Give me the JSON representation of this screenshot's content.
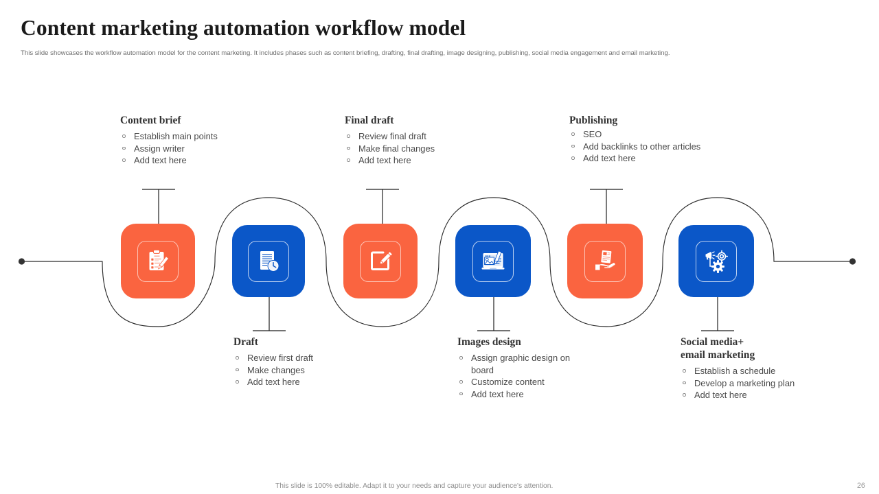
{
  "slide": {
    "title": "Content marketing automation workflow model",
    "subtitle": "This slide showcases the workflow automation model for the content marketing. It includes phases such as content briefing, drafting, final drafting, image designing, publishing, social media engagement and email marketing.",
    "footer_note": "This slide is 100% editable. Adapt it to your needs and capture your audience's attention.",
    "page_number": "26"
  },
  "colors": {
    "orange": "#FA6440",
    "blue": "#0B57C8",
    "line": "#2b2b2b",
    "title": "#1a1a1a",
    "body": "#4a4a4a",
    "muted": "#8d8d8d"
  },
  "steps": [
    {
      "id": "content-brief",
      "heading": "Content brief",
      "icon": "clipboard-checklist-pencil-icon",
      "color": "orange",
      "position": "above",
      "items": [
        "Establish main points",
        "Assign writer",
        "Add text here"
      ]
    },
    {
      "id": "draft",
      "heading": "Draft",
      "icon": "document-clock-icon",
      "color": "blue",
      "position": "below",
      "items": [
        "Review first draft",
        "Make  changes",
        "Add text here"
      ]
    },
    {
      "id": "final-draft",
      "heading": "Final draft",
      "icon": "square-pencil-edit-icon",
      "color": "orange",
      "position": "above",
      "items": [
        "Review final draft",
        "Make  final changes",
        "Add text here"
      ]
    },
    {
      "id": "images-design",
      "heading": "Images design",
      "icon": "monitor-image-pen-icon",
      "color": "blue",
      "position": "below",
      "items": [
        "Assign graphic design on board",
        "Customize content",
        "Add text here"
      ]
    },
    {
      "id": "publishing",
      "heading": "Publishing",
      "icon": "hand-holding-document-icon",
      "color": "orange",
      "position": "above",
      "items": [
        "SEO",
        "Add backlinks to other articles",
        "Add text here"
      ]
    },
    {
      "id": "social-media-email",
      "heading": "Social media+\nemail marketing",
      "icon": "megaphone-target-gear-icon",
      "color": "blue",
      "position": "below",
      "items": [
        "Establish a schedule",
        "Develop a marketing plan",
        "Add text here"
      ]
    }
  ]
}
